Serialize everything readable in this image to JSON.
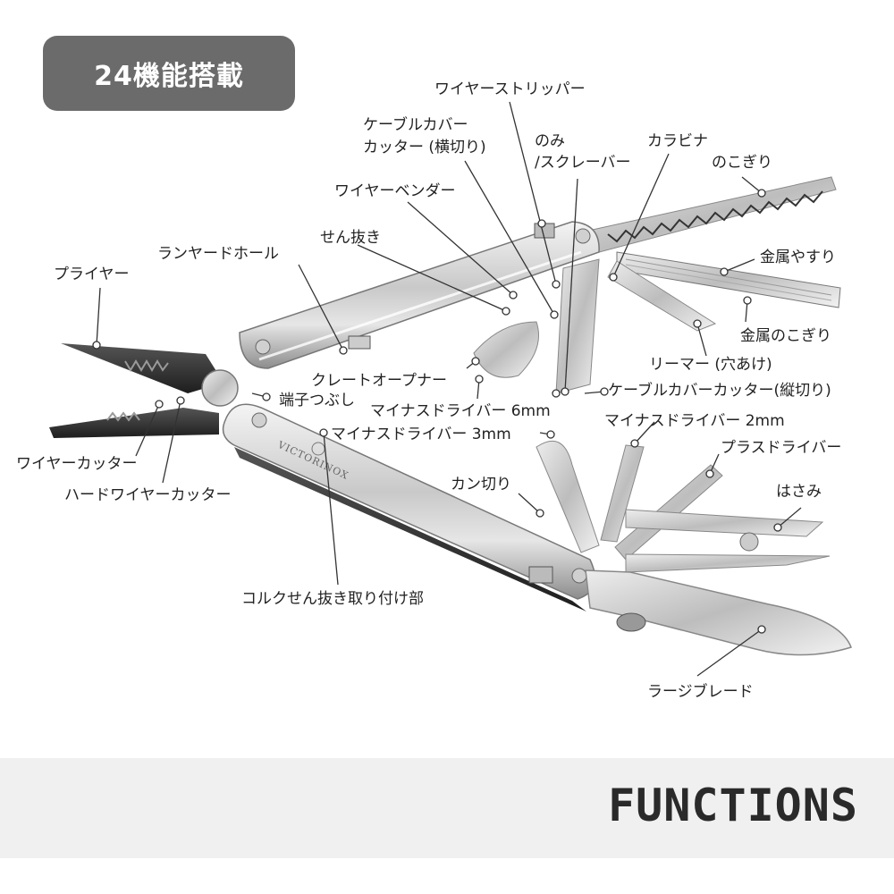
{
  "badge": {
    "text": "24機能搭載"
  },
  "footer": {
    "title": "FUNCTIONS"
  },
  "brand": {
    "text": "VICTORINOX"
  },
  "labels": {
    "wire_stripper": "ワイヤーストリッパー",
    "cable_cover_cutter_horizontal_1": "ケーブルカバー",
    "cable_cover_cutter_horizontal_2": "カッター (横切り)",
    "chisel_1": "のみ",
    "chisel_2": "/スクレーバー",
    "carabiner": "カラビナ",
    "saw": "のこぎり",
    "wire_bender": "ワイヤーベンダー",
    "bottle_opener": "せん抜き",
    "lanyard_hole": "ランヤードホール",
    "pliers": "プライヤー",
    "metal_file": "金属やすり",
    "metal_saw": "金属のこぎり",
    "reamer": "リーマー (穴あけ)",
    "crate_opener": "クレートオープナー",
    "crimper": "端子つぶし",
    "flat_screwdriver_6mm": "マイナスドライバー 6mm",
    "cable_cover_cutter_vertical": "ケーブルカバーカッター(縦切り)",
    "flat_screwdriver_3mm": "マイナスドライバー 3mm",
    "flat_screwdriver_2mm": "マイナスドライバー 2mm",
    "wire_cutter": "ワイヤーカッター",
    "phillips_screwdriver": "プラスドライバー",
    "hard_wire_cutter": "ハードワイヤーカッター",
    "can_opener": "カン切り",
    "scissors": "はさみ",
    "corkscrew_mount": "コルクせん抜き取り付け部",
    "large_blade": "ラージブレード"
  }
}
